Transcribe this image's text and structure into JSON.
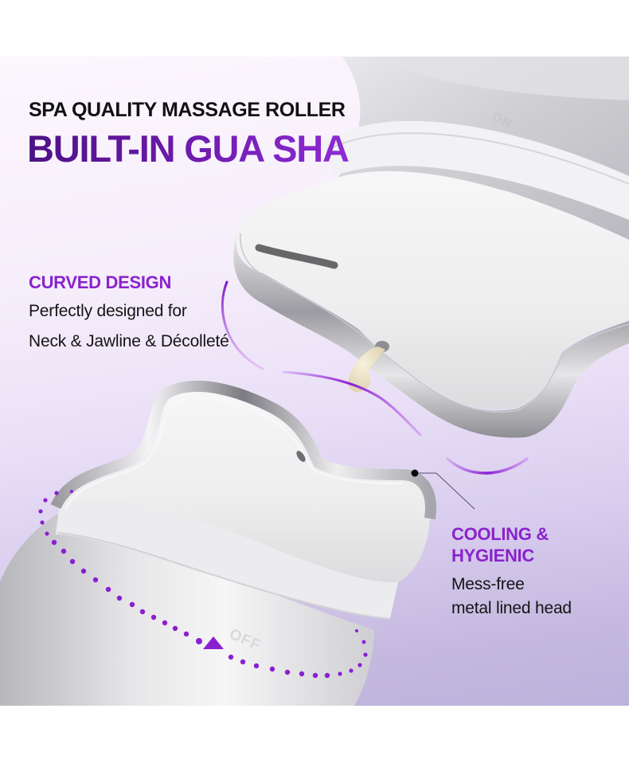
{
  "headline": {
    "subtitle": "SPA QUALITY MASSAGE ROLLER",
    "title": "BUILT-IN GUA SHA"
  },
  "features": [
    {
      "title": "CURVED DESIGN",
      "description_lines": [
        "Perfectly designed for",
        "Neck & Jawline & Décolleté"
      ]
    },
    {
      "title_lines": [
        "COOLING &",
        "HYGIENIC"
      ],
      "description_lines": [
        "Mess-free",
        "metal lined head"
      ]
    }
  ],
  "device_labels": {
    "top_device_engraving": "ON",
    "bottom_device_engraving": "OFF"
  },
  "colors": {
    "accent_purple": "#8a22cc",
    "headline_purple_dark": "#4c1286",
    "headline_purple_light": "#8e2bd4",
    "background_top": "#fcf6fd",
    "background_bottom": "#bcb2db",
    "text_dark": "#141414"
  },
  "icons": [
    "curved-motion-arc-icon",
    "rotate-dotted-arrow-icon",
    "callout-dot-icon"
  ]
}
